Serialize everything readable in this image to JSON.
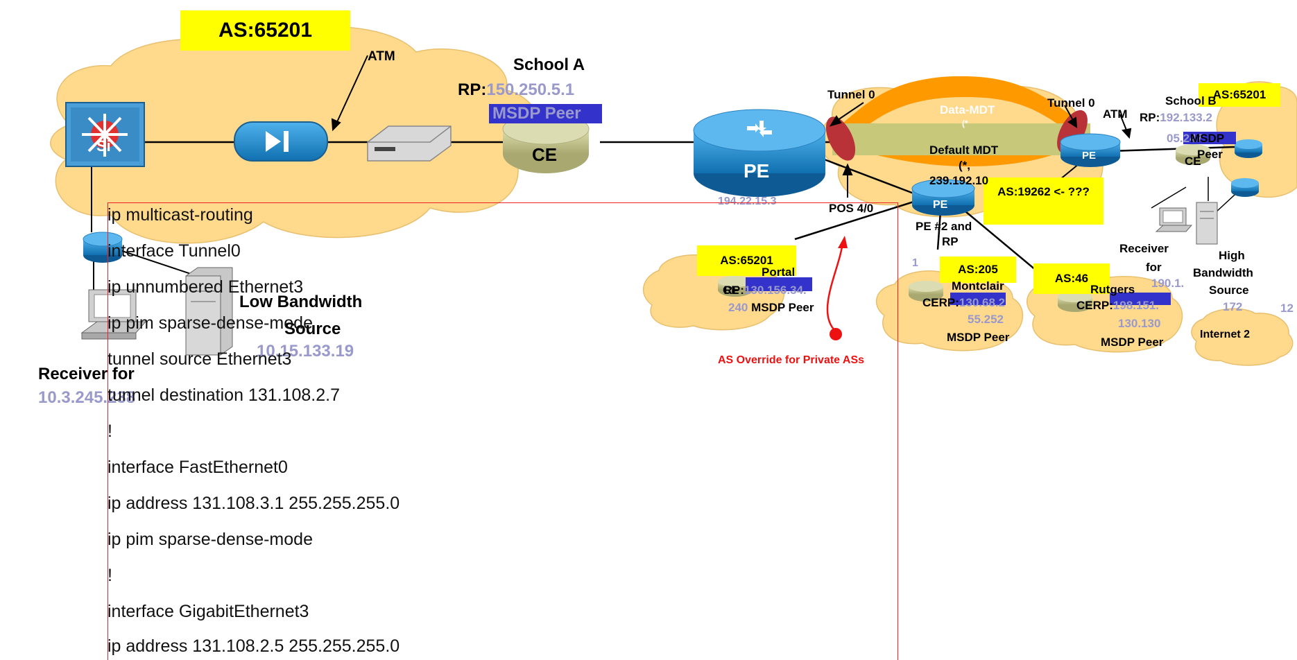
{
  "as_labels": {
    "main": "AS:65201",
    "school_b": "AS:65201",
    "transit": "AS:19262 <- ???",
    "portal": "AS:65201",
    "montclair": "AS:205",
    "rutgers": "AS:46"
  },
  "links": {
    "atm_left": "ATM",
    "atm_right": "ATM",
    "pos": "POS 4/0"
  },
  "school_a": {
    "title": "School A",
    "rp_prefix": "RP:",
    "rp": "150.250.5.1",
    "msdp": "MSDP Peer",
    "ce": "CE"
  },
  "pe_main": {
    "label": "PE",
    "ip": "194.22.15.3"
  },
  "mdt": {
    "tunnel_left": "Tunnel 0",
    "tunnel_right": "Tunnel 0",
    "data": "Data-MDT",
    "data_sub": "(*",
    "default": "Default MDT",
    "default_sub": "(*,",
    "default_group": "239.192.10"
  },
  "pe2": {
    "label": "PE",
    "name": "PE #2 and",
    "name2": "RP",
    "ip_fragment": "1"
  },
  "school_b": {
    "title": "School B",
    "rp_prefix": "RP:",
    "rp": "192.133.2",
    "rp2": "05.247",
    "msdp": "MSDP",
    "msdp2": "Peer",
    "ce": "CE",
    "pe": "PE"
  },
  "receiver_right": {
    "l1": "Receiver",
    "l2": "for",
    "ip": "190.1."
  },
  "high_bw": {
    "l1": "High",
    "l2": "Bandwidth",
    "l3": "Source",
    "ip_tail": "12"
  },
  "portal": {
    "ce": "CE",
    "name": "Portal",
    "rp_prefix": "RP:",
    "rp": "130.156.34.",
    "rp2": "240",
    "msdp": "MSDP Peer"
  },
  "montclair": {
    "ce": "CE",
    "name": "Montclair",
    "rp_prefix": "RP:",
    "rp": "130.68.2",
    "rp2": "55.252",
    "msdp": "MSDP Peer"
  },
  "rutgers": {
    "ce": "CE",
    "name": "Rutgers",
    "rp_prefix": "RP:",
    "rp": "198.151.",
    "rp_more": "172",
    "rp2": "130.130",
    "msdp": "MSDP Peer"
  },
  "internet2": "Internet 2",
  "override": "AS Override for Private ASs",
  "low_bw": {
    "l1": "Low Bandwidth",
    "l2": "Source",
    "ip": "10.15.133.19"
  },
  "receiver_left": {
    "l1": "Receiver for",
    "ip": "10.3.245.238"
  },
  "switch_icon_text": "Si",
  "config_lines": [
    "ip multicast-routing",
    "interface Tunnel0",
    "ip unnumbered Ethernet3",
    "ip pim sparse-dense-mode",
    "tunnel source Ethernet3",
    "tunnel destination 131.108.2.7",
    "!",
    "interface FastEthernet0",
    "ip address 131.108.3.1 255.255.255.0",
    "ip pim sparse-dense-mode",
    "!",
    "interface GigabitEthernet3",
    "ip address 131.108.2.5 255.255.255.0"
  ],
  "colors": {
    "cloud": "#ffd98c",
    "yellow_label": "#ffff00",
    "msdp_bar": "#3333cc",
    "router": "#1f86c7",
    "ce_router": "#c8c890",
    "mdt_orange": "#ff9900",
    "mdt_default": "#c8c87a",
    "tunnel_red": "#b83238",
    "ip_text": "#9999cc",
    "override_red": "#ee1111"
  }
}
